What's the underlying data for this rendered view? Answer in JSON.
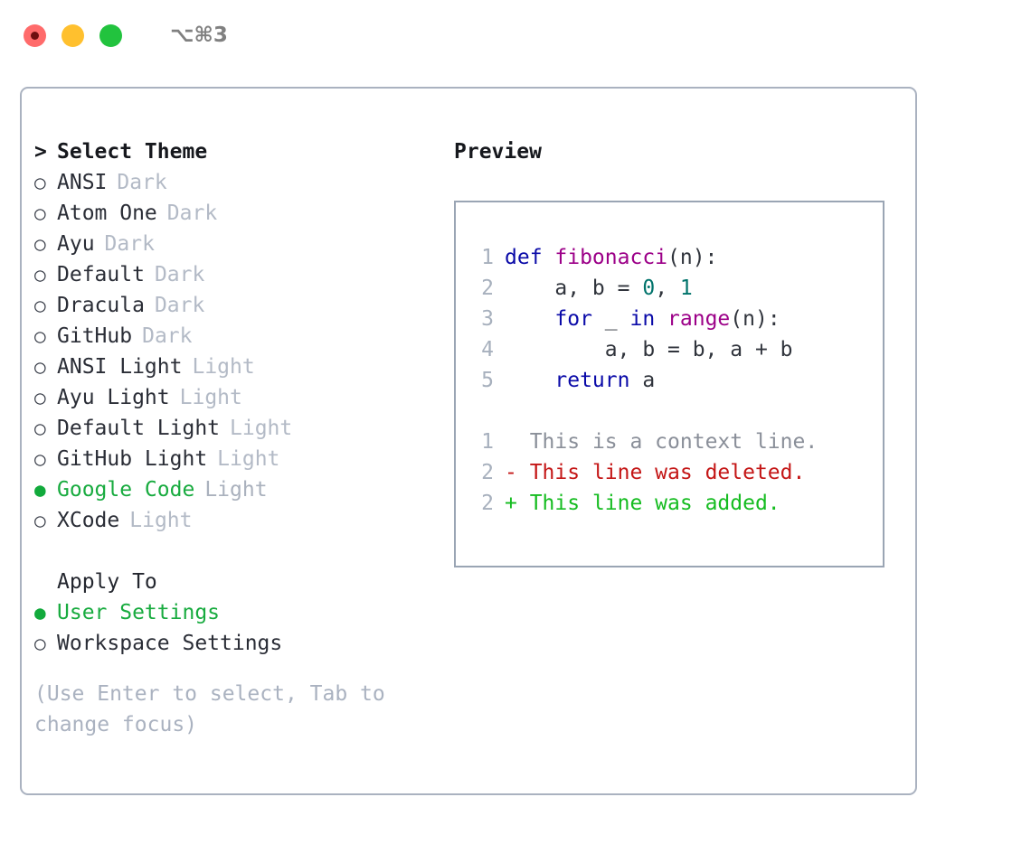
{
  "titlebar": {
    "shortcut": "⌥⌘3",
    "buttons": [
      "close",
      "minimize",
      "maximize"
    ]
  },
  "theme_picker": {
    "caret": ">",
    "header": "Select Theme",
    "bullet_on": "●",
    "bullet_off": "○",
    "items": [
      {
        "name": "ANSI",
        "tag": "Dark",
        "selected": false
      },
      {
        "name": "Atom One",
        "tag": "Dark",
        "selected": false
      },
      {
        "name": "Ayu",
        "tag": "Dark",
        "selected": false
      },
      {
        "name": "Default",
        "tag": "Dark",
        "selected": false
      },
      {
        "name": "Dracula",
        "tag": "Dark",
        "selected": false
      },
      {
        "name": "GitHub",
        "tag": "Dark",
        "selected": false
      },
      {
        "name": "ANSI Light",
        "tag": "Light",
        "selected": false
      },
      {
        "name": "Ayu Light",
        "tag": "Light",
        "selected": false
      },
      {
        "name": "Default Light",
        "tag": "Light",
        "selected": false
      },
      {
        "name": "GitHub Light",
        "tag": "Light",
        "selected": false
      },
      {
        "name": "Google Code",
        "tag": "Light",
        "selected": true
      },
      {
        "name": "XCode",
        "tag": "Light",
        "selected": false
      }
    ]
  },
  "apply_to": {
    "title": "Apply To",
    "items": [
      {
        "name": "User Settings",
        "selected": true
      },
      {
        "name": "Workspace Settings",
        "selected": false
      }
    ]
  },
  "hint": "(Use Enter to select, Tab to change focus)",
  "preview": {
    "title": "Preview",
    "code_lines": [
      {
        "num": "1",
        "tokens": [
          {
            "t": "def ",
            "c": "kw"
          },
          {
            "t": "fibonacci",
            "c": "fn"
          },
          {
            "t": "(n):",
            "c": "pl"
          }
        ]
      },
      {
        "num": "2",
        "tokens": [
          {
            "t": "    a, b = ",
            "c": "pl"
          },
          {
            "t": "0",
            "c": "num"
          },
          {
            "t": ", ",
            "c": "pl"
          },
          {
            "t": "1",
            "c": "num"
          }
        ]
      },
      {
        "num": "3",
        "tokens": [
          {
            "t": "    ",
            "c": "pl"
          },
          {
            "t": "for",
            "c": "kw"
          },
          {
            "t": " _ ",
            "c": "pl"
          },
          {
            "t": "in",
            "c": "kw"
          },
          {
            "t": " ",
            "c": "pl"
          },
          {
            "t": "range",
            "c": "fn"
          },
          {
            "t": "(n):",
            "c": "pl"
          }
        ]
      },
      {
        "num": "4",
        "tokens": [
          {
            "t": "        a, b = b, a + b",
            "c": "pl"
          }
        ]
      },
      {
        "num": "5",
        "tokens": [
          {
            "t": "    ",
            "c": "pl"
          },
          {
            "t": "return",
            "c": "kw"
          },
          {
            "t": " a",
            "c": "pl"
          }
        ]
      }
    ],
    "diff_lines": [
      {
        "num": "1",
        "marker": "  ",
        "text": "This is a context line.",
        "kind": "ctx"
      },
      {
        "num": "2",
        "marker": "- ",
        "text": "This line was deleted.",
        "kind": "del"
      },
      {
        "num": "2",
        "marker": "+ ",
        "text": "This line was added.",
        "kind": "add"
      }
    ]
  },
  "colors": {
    "accent_green": "#18ab3f",
    "tag_gray": "#b3bac6",
    "keyword": "#0a0aa8",
    "function": "#9c0088",
    "number": "#00736b",
    "plain": "#30343c",
    "diff_context": "#8a8f99",
    "diff_deleted": "#c41616",
    "diff_added": "#15bc20",
    "border": "#aab2c0",
    "light_red": "#ff6b6b",
    "light_yellow": "#ffc02e",
    "light_green": "#22c33e"
  }
}
